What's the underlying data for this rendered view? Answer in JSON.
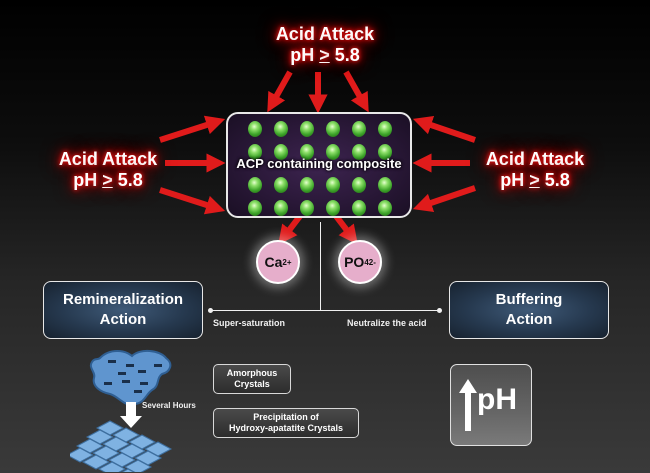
{
  "acid_attack": {
    "title": "Acid Attack",
    "ph_prefix": "pH ",
    "ph_symbol": ">",
    "ph_value": " 5.8"
  },
  "composite": {
    "label": "ACP containing composite",
    "particle_rows": 4,
    "particle_cols": 6
  },
  "ions": {
    "calcium": {
      "base": "Ca",
      "sup": "2+"
    },
    "phosphate": {
      "base": "PO",
      "sub": "4",
      "sup": "2-"
    }
  },
  "remineralization": {
    "line1": "Remineralization",
    "line2": "Action",
    "connector_label": "Super-saturation",
    "time_label": "Several Hours",
    "amorphous_line1": "Amorphous",
    "amorphous_line2": "Crystals",
    "precip_line1": "Precipitation of",
    "precip_line2": "Hydroxy-apatatite Crystals"
  },
  "buffering": {
    "line1": "Buffering",
    "line2": "Action",
    "connector_label": "Neutralize the acid",
    "ph_label": "pH"
  },
  "colors": {
    "arrow_red": "#d91a1a",
    "particle_green": "#5cc43a",
    "ion_pink": "#e6aecb",
    "action_blue": "#26394f",
    "composite_purple": "#2a1838"
  }
}
